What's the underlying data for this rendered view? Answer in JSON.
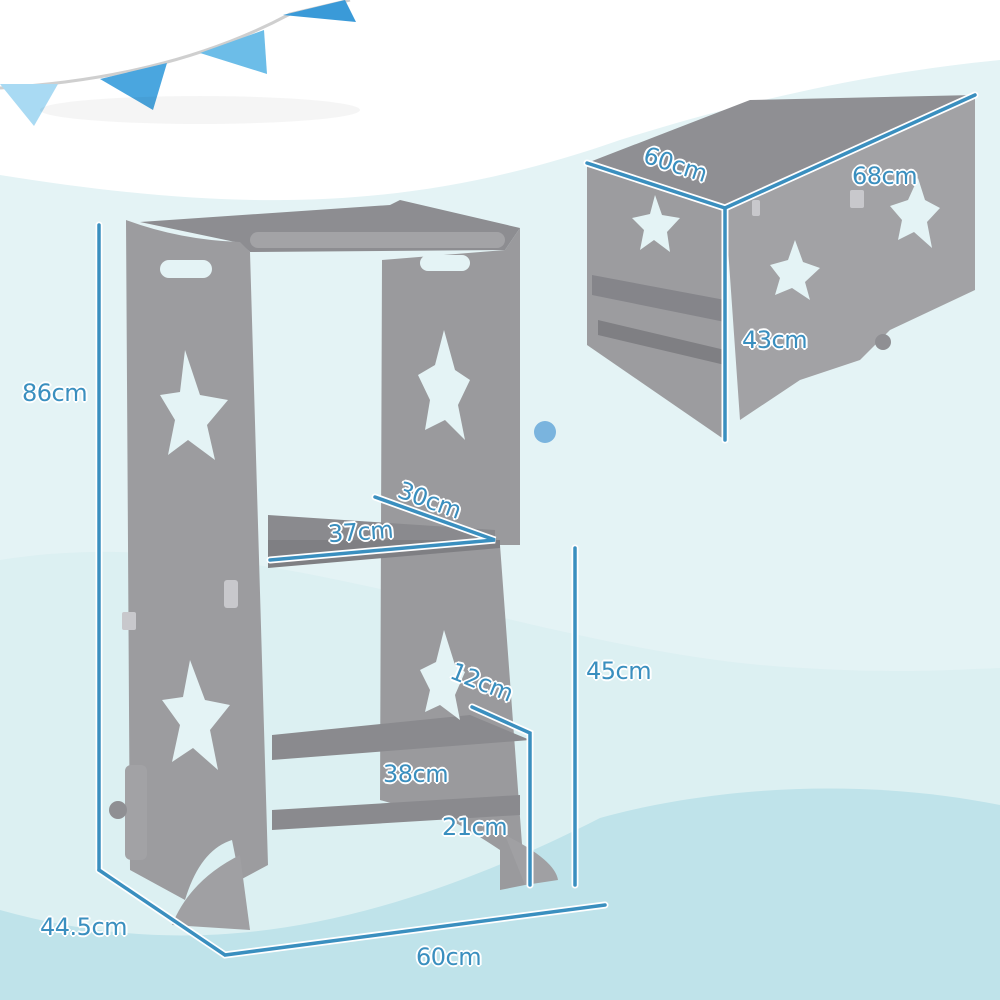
{
  "colors": {
    "background_top": "#ffffff",
    "background_light": "#e4f3f5",
    "background_mid": "#d3ebee",
    "background_bottom": "#bfe3ea",
    "dimension_line": "#3a8fbf",
    "dimension_text": "#3a8fbf",
    "product_gray": "#9a9a9d",
    "product_gray_dark": "#7f7f83",
    "bunting_blue": "#4aa6df",
    "bunting_light": "#9fd3f2",
    "dot": "#7ab4de"
  },
  "decor": {
    "bunting": "bunting-flags",
    "dot": "decorative-dot"
  },
  "main_view": {
    "product": "learning-tower-step-stool",
    "dimensions": {
      "total_height": "86cm",
      "depth": "44.5cm",
      "width": "60cm",
      "platform_depth": "30cm",
      "platform_width": "37cm",
      "platform_height": "45cm",
      "step_depth": "12cm",
      "step_width": "38cm",
      "step_height": "21cm"
    }
  },
  "inset_view": {
    "product": "folded-table-mode",
    "dimensions": {
      "depth": "60cm",
      "length": "68cm",
      "height": "43cm"
    }
  }
}
